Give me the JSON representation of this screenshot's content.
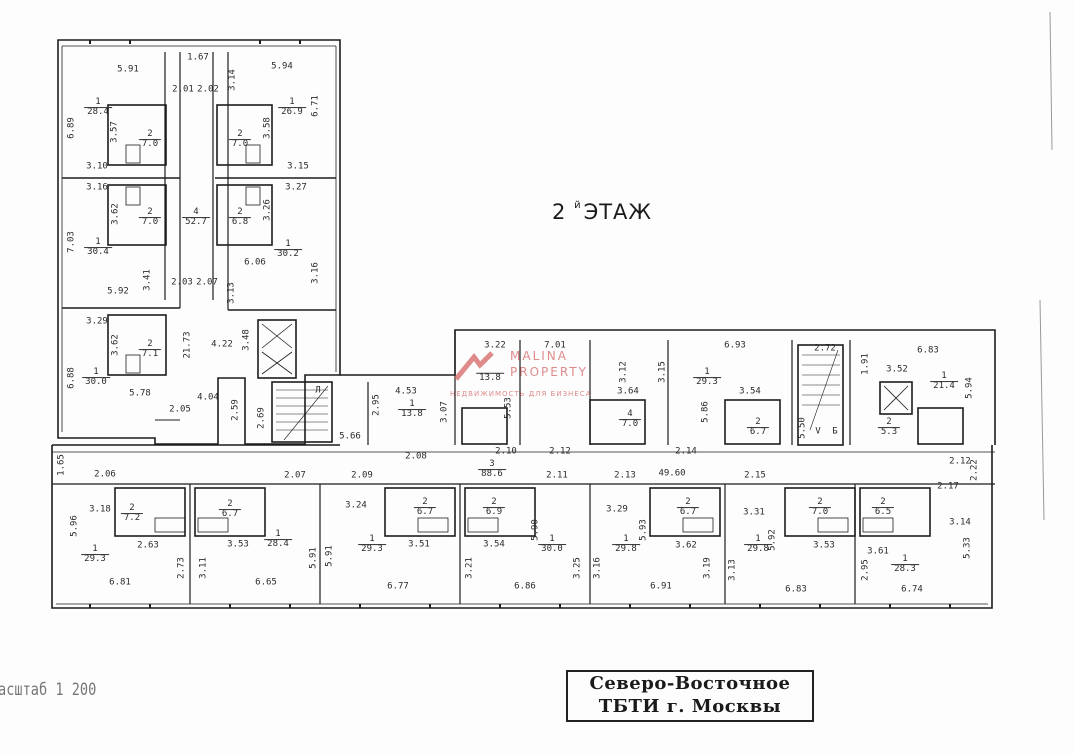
{
  "floor_title": {
    "prefix": "2",
    "sup": "й",
    "word": "ЭТАЖ"
  },
  "scale_label": "асштаб 1 200",
  "stamp": {
    "line1": "Северо-Восточное",
    "line2": "ТБТИ г. Москвы"
  },
  "watermark": {
    "line1": "MALINA",
    "line2": "PROPERTY",
    "tagline": "НЕДВИЖИМОСТЬ ДЛЯ БИЗНЕСА",
    "color": "#d25a5a"
  },
  "rooms": [
    {
      "num": "1",
      "area": "28.4"
    },
    {
      "num": "1",
      "area": "26.9"
    },
    {
      "num": "2",
      "area": "7.0"
    },
    {
      "num": "2",
      "area": "7.0"
    },
    {
      "num": "2",
      "area": "7.0"
    },
    {
      "num": "2",
      "area": "6.8"
    },
    {
      "num": "4",
      "area": "52.7"
    },
    {
      "num": "1",
      "area": "30.4"
    },
    {
      "num": "1",
      "area": "30.2"
    },
    {
      "num": "1",
      "area": "30.0"
    },
    {
      "num": "2",
      "area": "7.1"
    },
    {
      "num": "1",
      "area": "13.8"
    },
    {
      "num": "",
      "area": "13.8"
    },
    {
      "num": "1",
      "area": "29.3"
    },
    {
      "num": "1",
      "area": "21.4"
    },
    {
      "num": "2",
      "area": "5.3"
    },
    {
      "num": "3",
      "area": "88.6"
    },
    {
      "num": "1",
      "area": "29.3"
    },
    {
      "num": "1",
      "area": "28.4"
    },
    {
      "num": "1",
      "area": "29.3"
    },
    {
      "num": "1",
      "area": "30.0"
    },
    {
      "num": "1",
      "area": "29.8"
    },
    {
      "num": "1",
      "area": "29.8"
    },
    {
      "num": "1",
      "area": "28.3"
    },
    {
      "num": "2",
      "area": "7.2"
    },
    {
      "num": "2",
      "area": "6.7"
    },
    {
      "num": "2",
      "area": "6.7"
    },
    {
      "num": "2",
      "area": "6.9"
    },
    {
      "num": "2",
      "area": "6.7"
    },
    {
      "num": "2",
      "area": "7.0"
    },
    {
      "num": "2",
      "area": "6.5"
    },
    {
      "num": "4",
      "area": "7.0"
    },
    {
      "num": "2",
      "area": "6.7"
    }
  ],
  "dims": [
    "5.91",
    "1.67",
    "5.94",
    "2.01",
    "2.02",
    "3.14",
    "6.89",
    "3.57",
    "3.58",
    "6.71",
    "3.10",
    "3.15",
    "3.16",
    "3.27",
    "3.62",
    "3.26",
    "7.03",
    "6.06",
    "5.92",
    "2.03",
    "2.07",
    "3.41",
    "3.13",
    "3.16",
    "3.29",
    "3.62",
    "21.73",
    "6.88",
    "5.78",
    "2.05",
    "4.22",
    "3.48",
    "4.04",
    "2.59",
    "2.69",
    "5.66",
    "3.22",
    "7.01",
    "6.93",
    "2.72",
    "6.83",
    "1.91",
    "3.52",
    "5.94",
    "4.53",
    "2.95",
    "3.07",
    "5.53",
    "3.12",
    "3.15",
    "5.86",
    "3.64",
    "3.54",
    "5.50",
    "2.08",
    "2.10",
    "2.12",
    "2.14",
    "49.60",
    "1.65",
    "2.06",
    "2.07",
    "2.09",
    "2.11",
    "2.13",
    "2.15",
    "2.17",
    "5.96",
    "3.18",
    "3.24",
    "3.11",
    "2.63",
    "2.73",
    "3.53",
    "5.91",
    "5.91",
    "3.51",
    "3.21",
    "3.54",
    "5.90",
    "3.29",
    "3.25",
    "3.16",
    "5.93",
    "3.62",
    "3.31",
    "3.19",
    "3.13",
    "5.92",
    "3.53",
    "3.61",
    "2.95",
    "3.14",
    "5.33",
    "6.81",
    "6.65",
    "6.77",
    "6.86",
    "6.91",
    "6.83",
    "6.74",
    "2.12",
    "2.22",
    "Л",
    "Б",
    "V"
  ]
}
